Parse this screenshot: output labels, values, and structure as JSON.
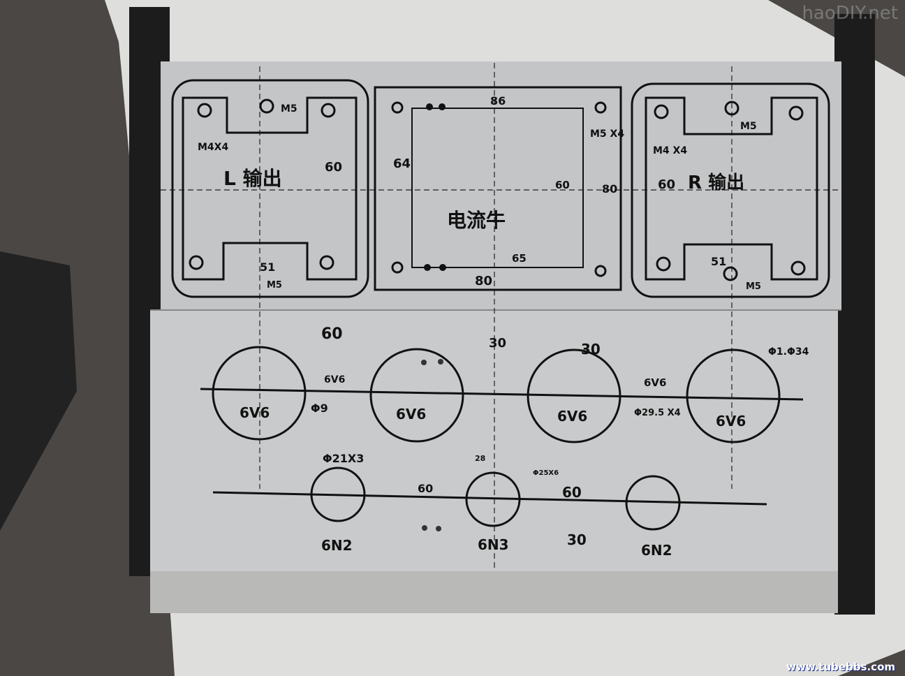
{
  "watermarks": {
    "top": "haoDIY.net",
    "bottom": "www.tubebbs.com"
  },
  "colors": {
    "aluminum": "#c9cacb",
    "rail": "#1d1c1c",
    "ink": "#111111",
    "paper": "#e9e9e6"
  },
  "top_plate": {
    "left_box": {
      "title": "L 输出",
      "m5_top": "M5",
      "m4x4": "M4X4",
      "dim_60": "60",
      "dim_51": "51",
      "m5_bottom": "M5"
    },
    "center_box": {
      "title": "电流牛",
      "dim_86": "86",
      "m5x4": "M5 X4",
      "dim_64": "64",
      "dim_60": "60",
      "dim_80_v": "80",
      "dim_65": "65",
      "dim_80_h": "80"
    },
    "right_box": {
      "title": "R 输出",
      "m5_top": "M5",
      "m4x4": "M4 X4",
      "dim_60": "60",
      "dim_51": "51",
      "m5_bottom": "M5"
    }
  },
  "bottom_plate": {
    "dim_60_top": "60",
    "dim_30_a": "30",
    "dim_30_b": "30",
    "phi34": "Φ1.Φ34",
    "tubes_6v6": [
      "6V6",
      "6V6",
      "6V6",
      "6V6"
    ],
    "label_6v6_a": "6V6",
    "label_6v6_b": "6V6",
    "phi9": "Φ9",
    "phi29": "Φ29.5 X4",
    "phi21": "Φ21X3",
    "dim_28": "28",
    "phi25": "Φ25X6",
    "dim_60_a": "60",
    "dim_60_b": "60",
    "tubes_small": [
      "6N2",
      "6N3",
      "6N2"
    ],
    "dim_30_c": "30"
  }
}
